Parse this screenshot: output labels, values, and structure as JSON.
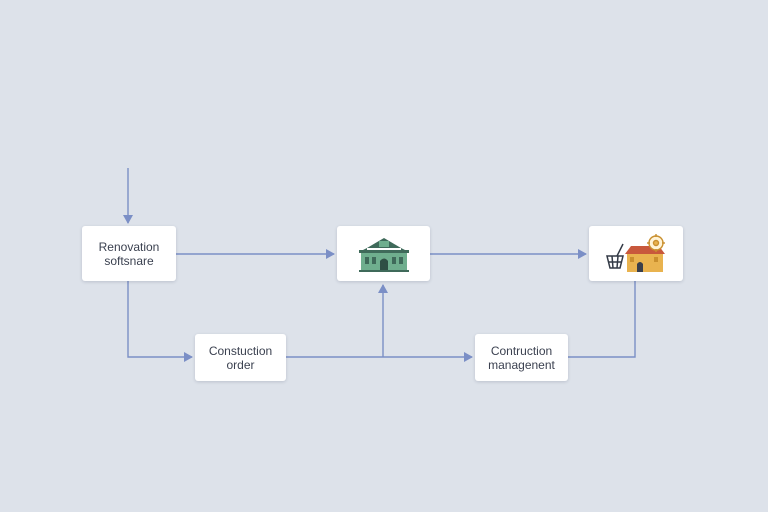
{
  "nodes": {
    "renovation": {
      "line1": "Renovation",
      "line2": "softsnare"
    },
    "building": {
      "icon": "building-icon"
    },
    "market": {
      "icons": [
        "basket-icon",
        "shop-icon",
        "gear-icon"
      ]
    },
    "order": {
      "line1": "Constuction",
      "line2": "order"
    },
    "management": {
      "line1": "Contruction",
      "line2": "managenent"
    }
  },
  "colors": {
    "background": "#dde2ea",
    "connector": "#7b8fc6",
    "building_green": "#6fae8e",
    "building_roof": "#3f6a5a",
    "shop_orange": "#e9b34f",
    "shop_roof": "#c8583c",
    "basket": "#333a46"
  }
}
